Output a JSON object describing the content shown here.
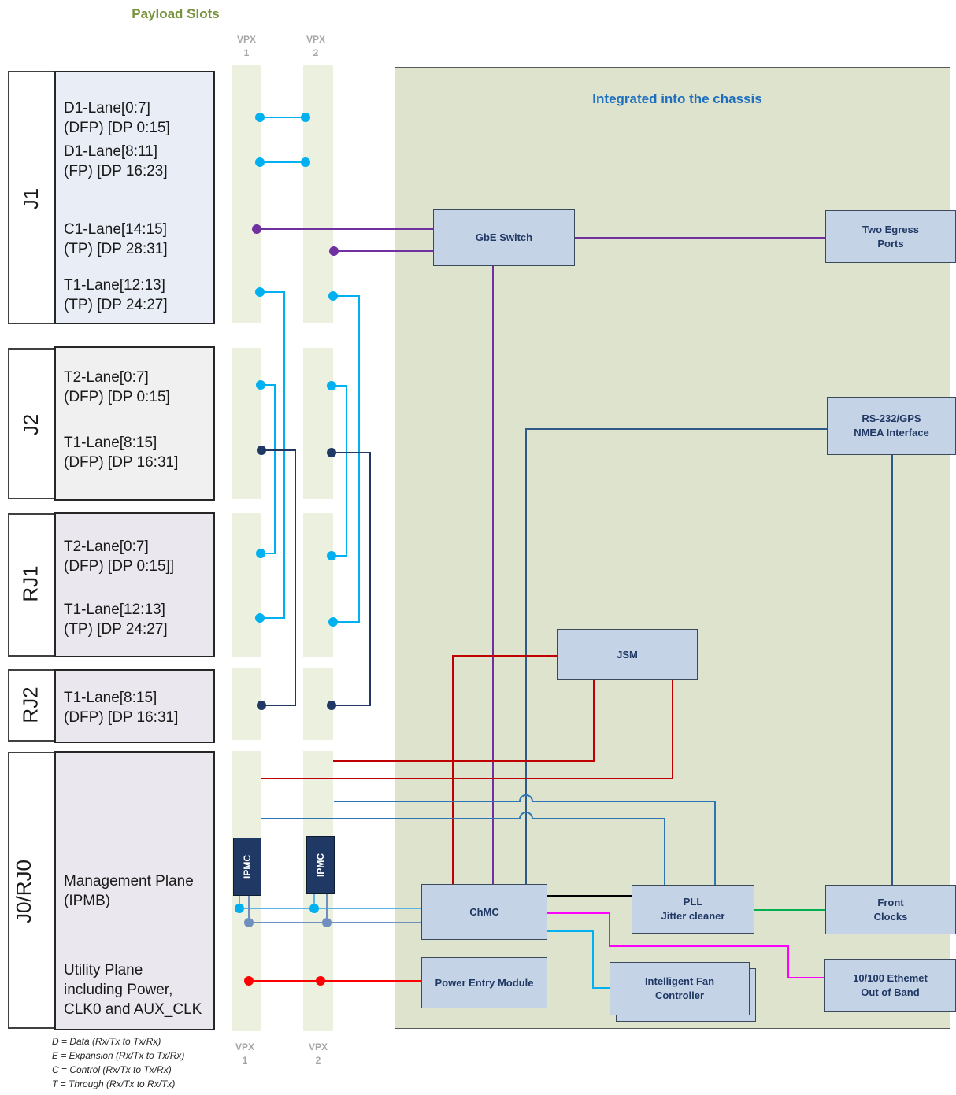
{
  "header": {
    "payload_slots": "Payload Slots",
    "vpx_top": [
      {
        "word": "VPX",
        "num": "1"
      },
      {
        "word": "VPX",
        "num": "2"
      }
    ],
    "vpx_bottom": [
      {
        "word": "VPX",
        "num": "1"
      },
      {
        "word": "VPX",
        "num": "2"
      }
    ]
  },
  "connectors": [
    {
      "label": "J1",
      "lanes": [
        {
          "line1": "D1-Lane[0:7]",
          "line2": "(DFP) [DP 0:15]"
        },
        {
          "line1": "D1-Lane[8:11]",
          "line2": "(FP) [DP 16:23]"
        },
        {
          "line1": "C1-Lane[14:15]",
          "line2": "(TP) [DP 28:31]"
        },
        {
          "line1": "T1-Lane[12:13]",
          "line2": "(TP) [DP 24:27]"
        }
      ]
    },
    {
      "label": "J2",
      "lanes": [
        {
          "line1": "T2-Lane[0:7]",
          "line2": "(DFP) [DP 0:15]"
        },
        {
          "line1": "T1-Lane[8:15]",
          "line2": "(DFP) [DP 16:31]"
        }
      ]
    },
    {
      "label": "RJ1",
      "lanes": [
        {
          "line1": "T2-Lane[0:7]",
          "line2": "(DFP) [DP 0:15]]"
        },
        {
          "line1": "T1-Lane[12:13]",
          "line2": "(TP) [DP 24:27]"
        }
      ]
    },
    {
      "label": "RJ2",
      "lanes": [
        {
          "line1": "T1-Lane[8:15]",
          "line2": "(DFP) [DP 16:31]"
        }
      ]
    },
    {
      "label": "J0/RJ0",
      "lanes": [
        {
          "line1": "Management Plane",
          "line2": "(IPMB)"
        },
        {
          "line1": "Utility Plane",
          "line2": "including Power,",
          "line3": "CLK0 and AUX_CLK"
        }
      ]
    }
  ],
  "ipmc_label": "IPMC",
  "chassis": {
    "title": "Integrated into the chassis",
    "blocks": {
      "gbe_switch": "GbE Switch",
      "two_egress": "Two Egress\nPorts",
      "rs232": "RS-232/GPS\nNMEA Interface",
      "jsm": "JSM",
      "chmc": "ChMC",
      "pll": "PLL\nJitter cleaner",
      "front_clocks": "Front\nClocks",
      "power_entry": "Power Entry Module",
      "fan": "Intelligent Fan\nController",
      "ethernet": "10/100 Ethemet\nOut of Band"
    }
  },
  "legend": [
    "D = Data (Rx/Tx to Tx/Rx)",
    "E = Expansion (Rx/Tx to Tx/Rx)",
    "C = Control (Rx/Tx to Tx/Rx)",
    "T = Through (Rx/Tx to Rx/Tx)"
  ],
  "colors": {
    "data_link": "#00b0f0",
    "control_link": "#7030a0",
    "through_link": "#1f3864",
    "clock_red": "#c00000",
    "ipmb_blue": "#2e75b6",
    "power": "#ff0000",
    "magenta": "#ff00ff",
    "green": "#00b050"
  }
}
